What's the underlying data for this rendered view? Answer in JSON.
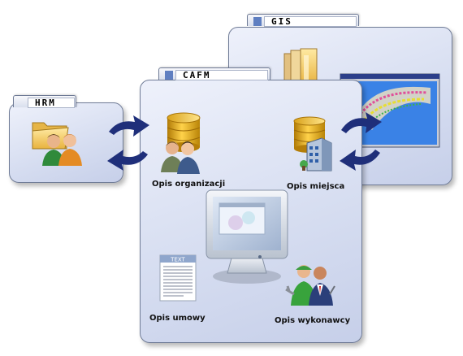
{
  "panels": {
    "gis": {
      "tab_label": "GIS"
    },
    "cafm": {
      "tab_label": "CAFM"
    },
    "hrm": {
      "tab_label": "HRM"
    }
  },
  "captions": {
    "organization": "Opis organizacji",
    "location": "Opis miejsca",
    "contract": "Opis umowy",
    "contractor": "Opis wykonawcy"
  },
  "document_icon": {
    "header_text": "TEXT"
  },
  "icons": {
    "hrm": [
      "folder-icon",
      "people-icon"
    ],
    "cafm_org": [
      "database-icon",
      "people-icon"
    ],
    "cafm_place": [
      "database-icon",
      "building-icon"
    ],
    "cafm_center": [
      "monitor-icon"
    ],
    "cafm_contract": [
      "document-icon"
    ],
    "cafm_contractor": [
      "workers-icon"
    ],
    "gis": [
      "folder-icon",
      "map-window-icon"
    ],
    "sync": [
      "sync-arrows-icon",
      "sync-arrows-icon"
    ]
  },
  "colors": {
    "panel_top": "#eef1fb",
    "panel_bottom": "#c6cfe9",
    "tab_square": "#5f7fc1",
    "arrow": "#1f2f7a"
  }
}
